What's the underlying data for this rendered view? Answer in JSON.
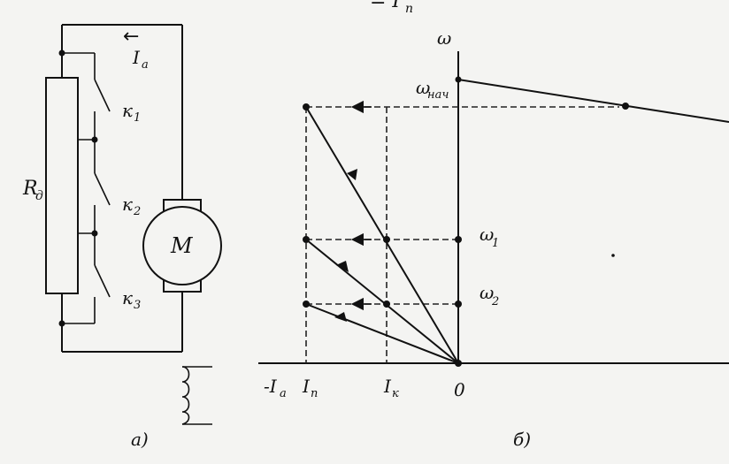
{
  "top_fragment": "= I",
  "top_fragment_sub": "n",
  "circuit": {
    "current_arrow": "←",
    "current_label": "I",
    "current_sub": "a",
    "resistor_label": "R",
    "resistor_sub": "д",
    "switches": [
      {
        "label": "к",
        "sub": "1"
      },
      {
        "label": "к",
        "sub": "2"
      },
      {
        "label": "к",
        "sub": "3"
      }
    ],
    "motor_label": "M",
    "caption": "а)"
  },
  "graph": {
    "y_axis_label": "ω",
    "omega_start_label": "ω",
    "omega_start_sub": "нач",
    "omega1_label": "ω",
    "omega1_sub": "1",
    "omega2_label": "ω",
    "omega2_sub": "2",
    "neg_ia_label": "-I",
    "neg_ia_sub": "a",
    "in_label": "I",
    "in_sub": "n",
    "ik_label": "I",
    "ik_sub": "к",
    "origin_label": "0",
    "caption": "б)"
  }
}
